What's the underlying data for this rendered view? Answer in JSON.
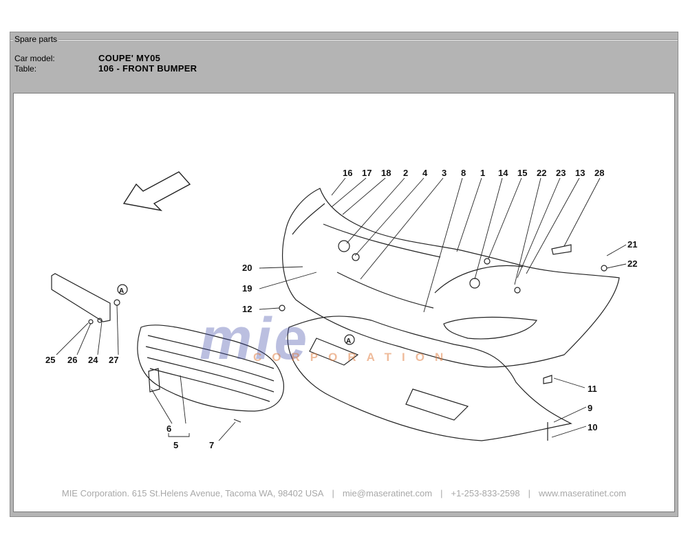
{
  "group_title": "Spare parts",
  "fields": {
    "car_model_label": "Car model:",
    "car_model_value": "COUPE' MY05",
    "table_label": "Table:",
    "table_value": "106 - FRONT BUMPER"
  },
  "watermark": {
    "main": "mie",
    "sub": "CORPORATION"
  },
  "callouts": [
    "16",
    "17",
    "18",
    "2",
    "4",
    "3",
    "8",
    "1",
    "14",
    "15",
    "22",
    "23",
    "13",
    "28",
    "21",
    "22",
    "20",
    "19",
    "12",
    "11",
    "9",
    "10",
    "A",
    "A",
    "25",
    "26",
    "24",
    "27",
    "6",
    "5",
    "7"
  ],
  "footer": {
    "address": "MIE Corporation. 615 St.Helens Avenue, Tacoma WA, 98402 USA",
    "email": "mie@maseratinet.com",
    "phone": "+1-253-833-2598",
    "website": "www.maseratinet.com",
    "separator": "|"
  },
  "colors": {
    "frame": "#b4b4b4",
    "watermark_main": "#3e4aa8",
    "watermark_sub": "#e07a3a"
  }
}
